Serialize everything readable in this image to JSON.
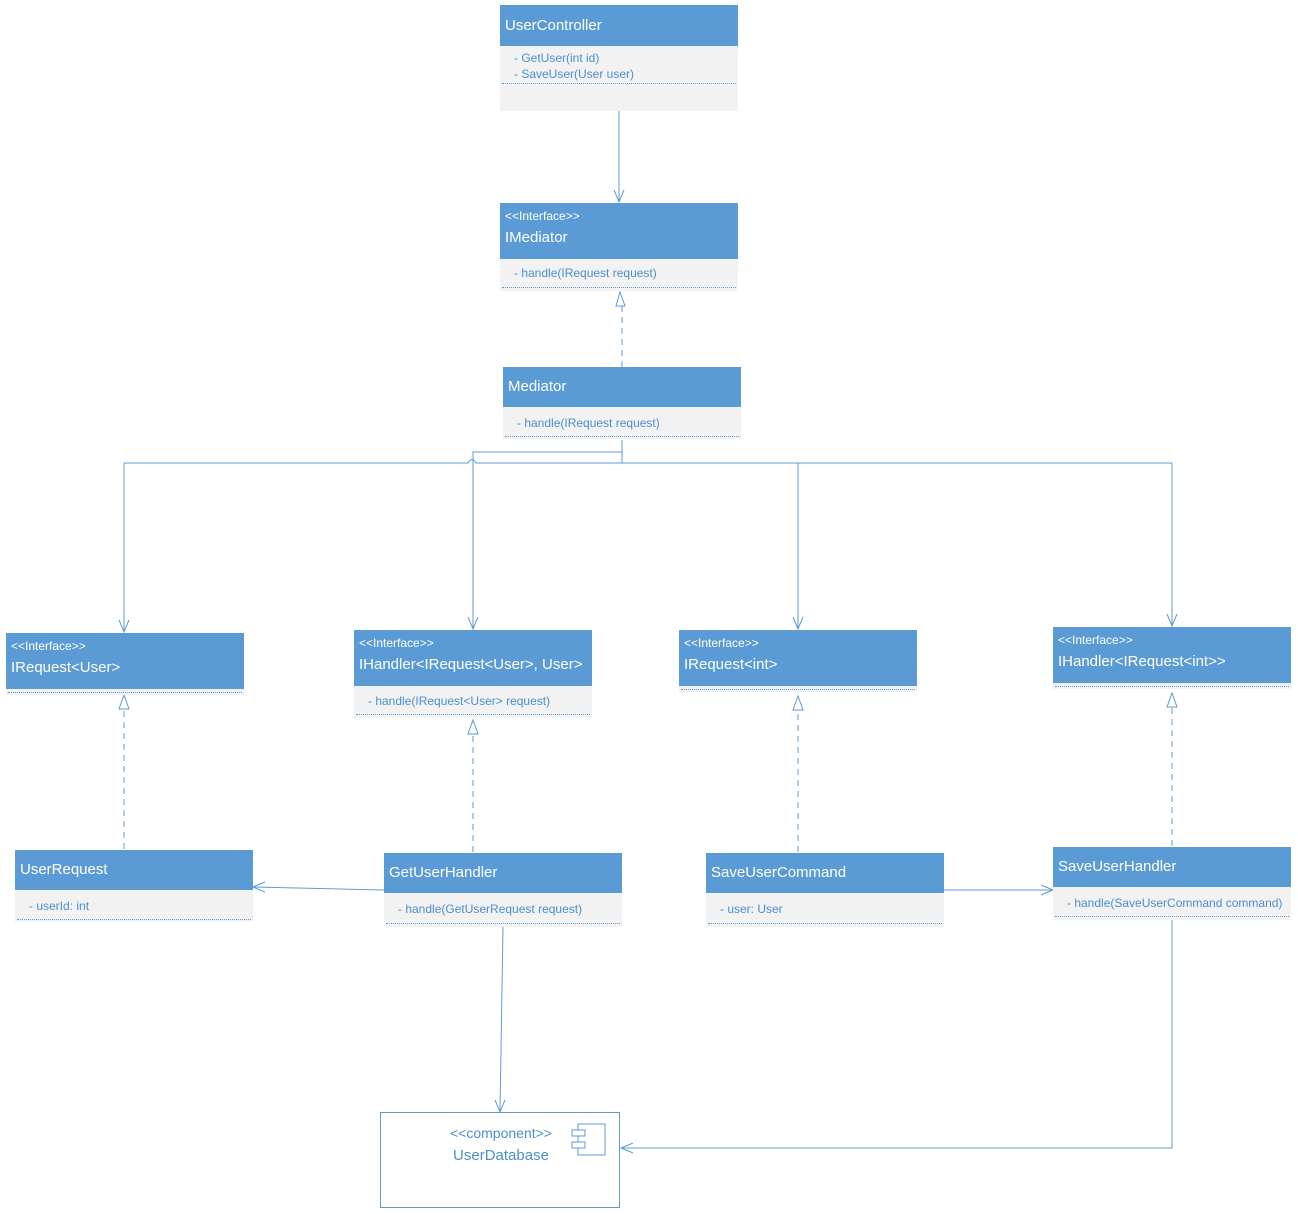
{
  "colors": {
    "accent": "#5b9bd5",
    "body": "#f2f2f2",
    "member_text": "#4a8fd0",
    "header_text": "#ffffff"
  },
  "classes": {
    "user_controller": {
      "name": "UserController",
      "members": [
        "- GetUser(int id)",
        "- SaveUser(User user)"
      ]
    },
    "imediator": {
      "stereotype": "<<Interface>>",
      "name": "IMediator",
      "members": [
        "- handle(IRequest request)"
      ]
    },
    "mediator": {
      "name": "Mediator",
      "members": [
        "- handle(IRequest request)"
      ]
    },
    "irequest_user": {
      "stereotype": "<<Interface>>",
      "name": "IRequest<User>"
    },
    "ihandler_user": {
      "stereotype": "<<Interface>>",
      "name": "IHandler<IRequest<User>, User>",
      "members": [
        "- handle(IRequest<User> request)"
      ]
    },
    "irequest_int": {
      "stereotype": "<<Interface>>",
      "name": "IRequest<int>"
    },
    "ihandler_int": {
      "stereotype": "<<Interface>>",
      "name": "IHandler<IRequest<int>>"
    },
    "user_request": {
      "name": "UserRequest",
      "members": [
        "- userId: int"
      ]
    },
    "get_user_handler": {
      "name": "GetUserHandler",
      "members": [
        "- handle(GetUserRequest request)"
      ]
    },
    "save_user_command": {
      "name": "SaveUserCommand",
      "members": [
        "- user: User"
      ]
    },
    "save_user_handler": {
      "name": "SaveUserHandler",
      "members": [
        "- handle(SaveUserCommand command)"
      ]
    }
  },
  "component": {
    "stereotype": "<<component>>",
    "name": "UserDatabase",
    "icon": "component-icon"
  }
}
